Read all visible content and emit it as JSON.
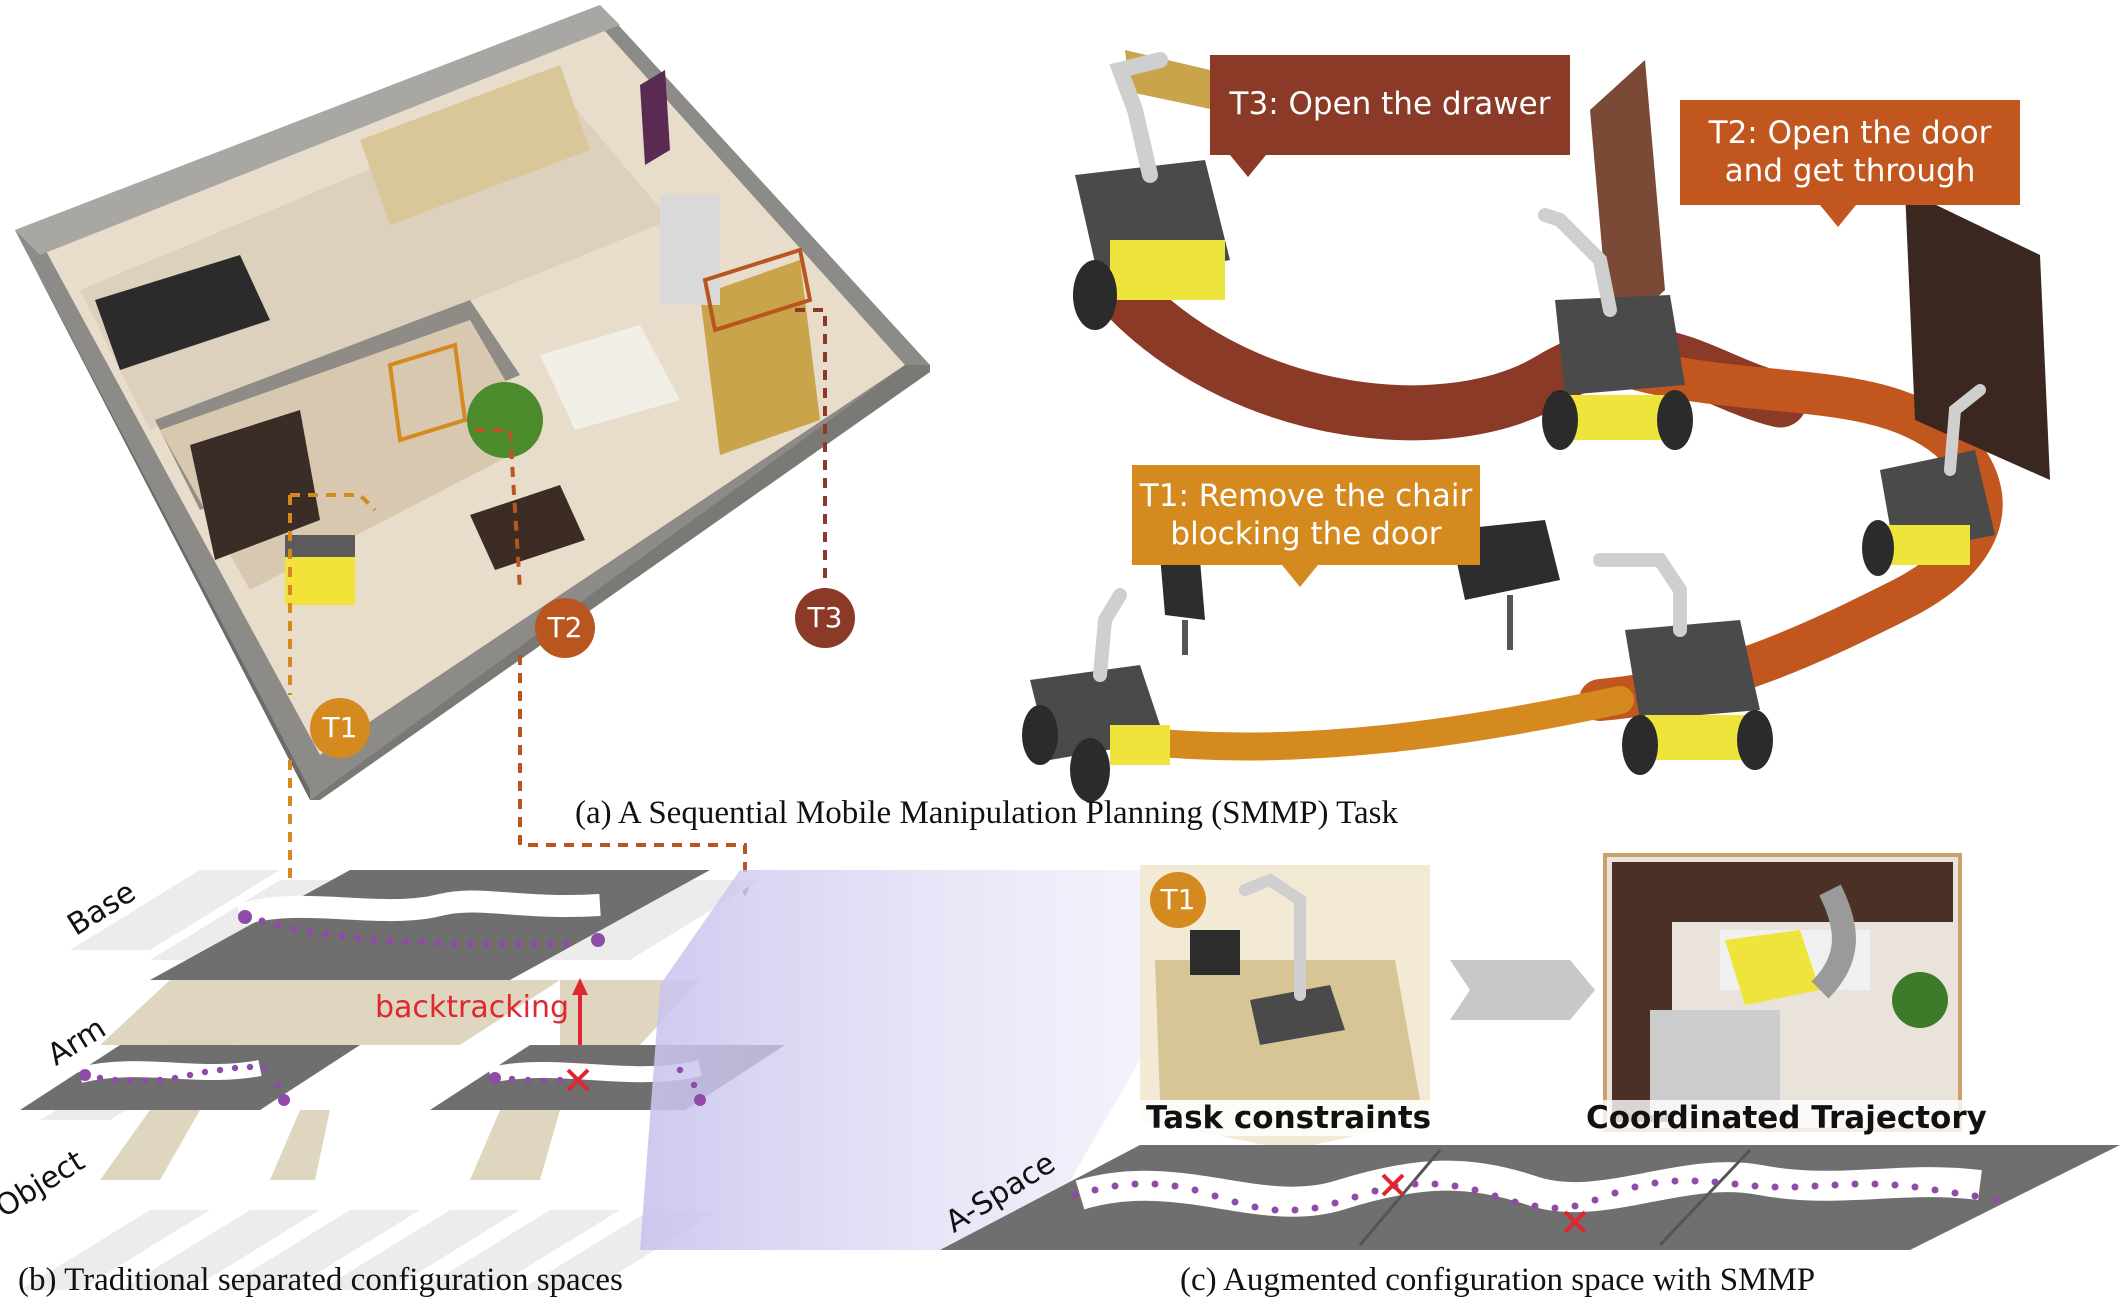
{
  "callouts": {
    "t3": "T3: Open the drawer",
    "t2": "T2: Open the door and get through",
    "t1": "T1: Remove the chair blocking the door"
  },
  "badges": {
    "t1": "T1",
    "t2": "T2",
    "t3": "T3"
  },
  "captions": {
    "a": "(a) A Sequential Mobile Manipulation Planning (SMMP) Task",
    "b": "(b) Traditional separated configuration spaces",
    "c": "(c) Augmented configuration space with SMMP"
  },
  "layers": {
    "base": "Base",
    "arm": "Arm",
    "object": "Object",
    "aspace": "A-Space"
  },
  "annotations": {
    "backtracking": "backtracking"
  },
  "panels": {
    "task_constraints": "Task constraints",
    "coordinated_trajectory": "Coordinated Trajectory"
  },
  "colors": {
    "t1": "#d48a1e",
    "t2": "#c2561f",
    "t3": "#8a3a26",
    "path_dots": "#8e4ba8",
    "cross": "#e0262e"
  }
}
